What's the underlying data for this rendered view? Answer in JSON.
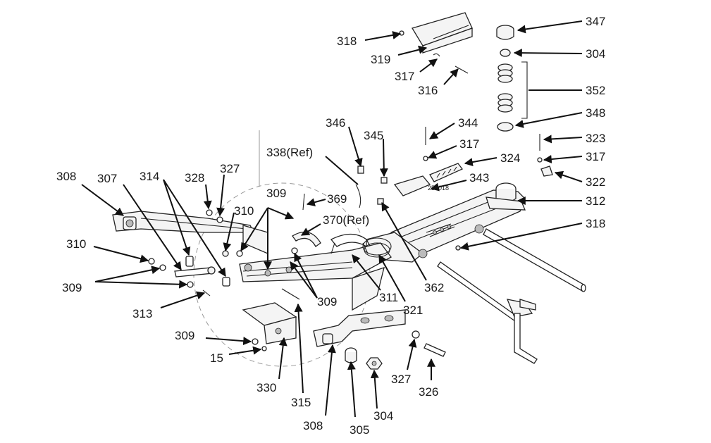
{
  "colors": {
    "ink": "#1a1a1a",
    "paper": "#ffffff"
  },
  "labels": {
    "l347": "347",
    "l304a": "304",
    "l352": "352",
    "l348": "348",
    "l318a": "318",
    "l319": "319",
    "l317a": "317",
    "l316": "316",
    "l344": "344",
    "l317b": "317",
    "l324": "324",
    "l343": "343",
    "l346": "346",
    "l345": "345",
    "l338": "338(Ref)",
    "l323": "323",
    "l317c": "317",
    "l322": "322",
    "l312": "312",
    "l318b": "318",
    "l308a": "308",
    "l307": "307",
    "l314": "314",
    "l328": "328",
    "l327a": "327",
    "l309a": "309",
    "l369": "369",
    "l310a": "310",
    "l370": "370(Ref)",
    "l310b": "310",
    "l309b": "309",
    "l313": "313",
    "l309c": "309",
    "l311": "311",
    "l321": "321",
    "l362": "362",
    "l309d": "309",
    "l15": "15",
    "l330": "330",
    "l315": "315",
    "l308b": "308",
    "l305": "305",
    "l304b": "304",
    "l327b": "327",
    "l326": "326",
    "stamp": "258018"
  }
}
